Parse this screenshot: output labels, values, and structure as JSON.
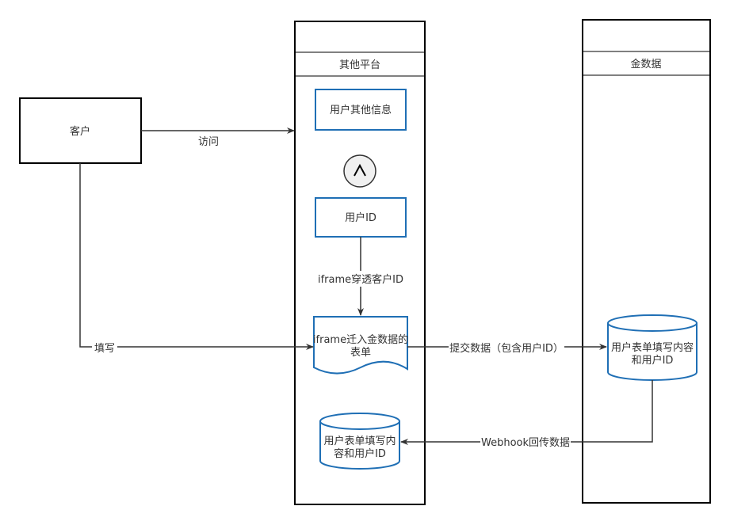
{
  "swimlanes": {
    "platform": {
      "title": "其他平台"
    },
    "jinshuju": {
      "title": "金数据"
    }
  },
  "nodes": {
    "customer": "客户",
    "user_other_info": "用户其他信息",
    "user_id": "用户ID",
    "embedded_form": {
      "line1": "iframe迁入金数据的",
      "line2": "表单"
    },
    "jinshuju_db": {
      "line1": "用户表单填写内容",
      "line2": "和用户ID"
    },
    "platform_db": {
      "line1": "用户表单填写内",
      "line2": "容和用户ID"
    }
  },
  "edges": {
    "visit": "访问",
    "fill": "填写",
    "iframe_pass": "iframe穿透客户ID",
    "submit": "提交数据（包含用户ID）",
    "webhook": "Webhook回传数据"
  },
  "colors": {
    "node_stroke_blue": "#1f6fb5",
    "lane_stroke": "#000000",
    "text": "#333333",
    "circle_fill": "#f0f0f0"
  },
  "icons": {
    "merge_circle": "caret-up-icon"
  }
}
